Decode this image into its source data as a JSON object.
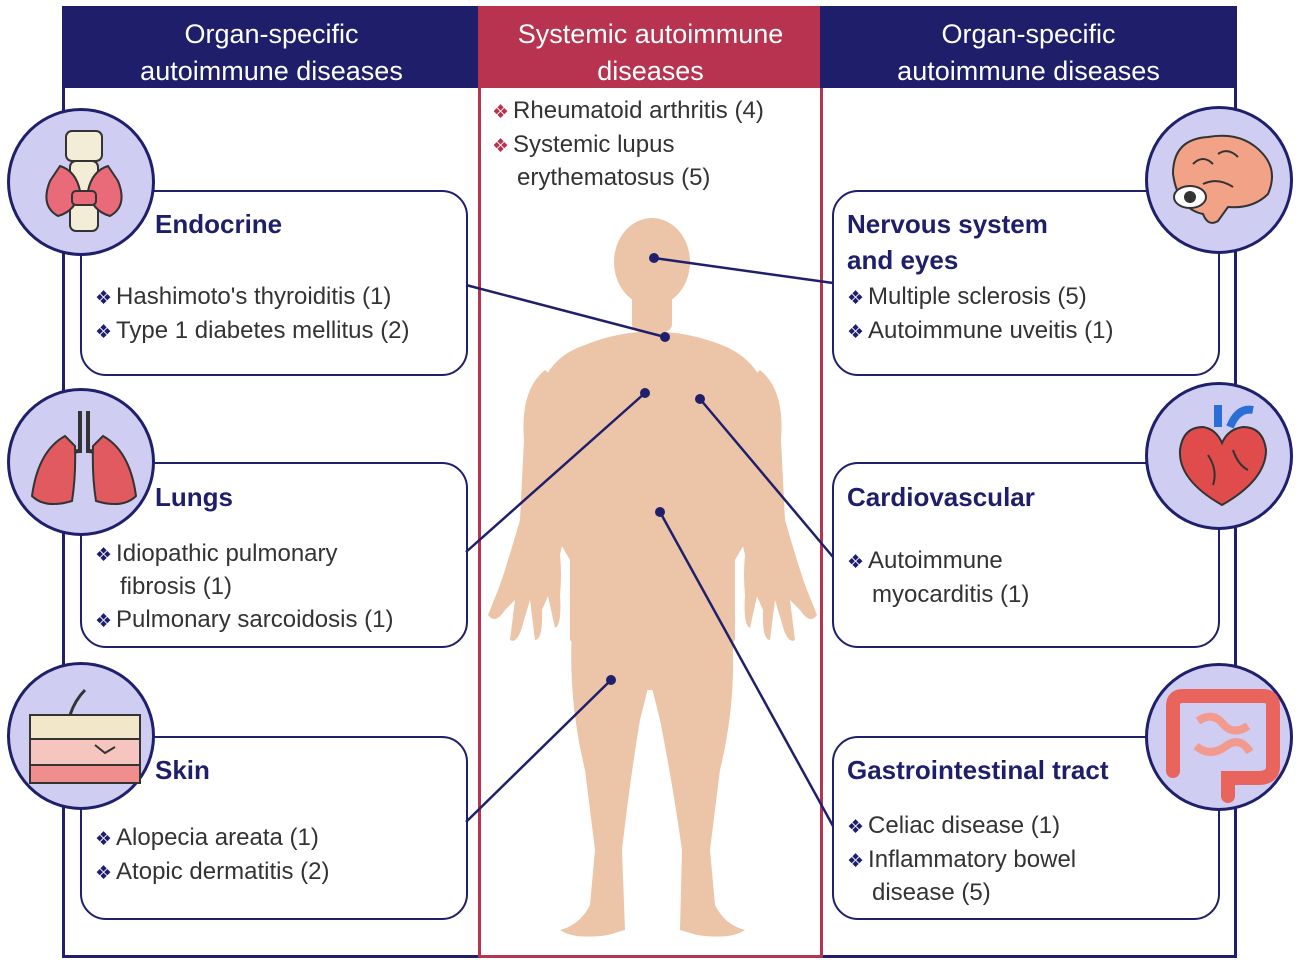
{
  "headers": {
    "left": [
      "Organ-specific",
      "autoimmune  diseases"
    ],
    "center": [
      "Systemic autoimmune",
      "diseases"
    ],
    "right": [
      "Organ-specific",
      "autoimmune  diseases"
    ]
  },
  "systemic": {
    "items": [
      [
        "Rheumatoid arthritis  (4)"
      ],
      [
        "Systemic lupus",
        "erythematosus (5)"
      ]
    ]
  },
  "left_cards": [
    {
      "title": [
        "Endocrine"
      ],
      "icon": "thyroid-icon",
      "items": [
        [
          "Hashimoto's thyroiditis (1)"
        ],
        [
          "Type 1 diabetes mellitus (2)"
        ]
      ]
    },
    {
      "title": [
        "Lungs"
      ],
      "icon": "lungs-icon",
      "items": [
        [
          "Idiopathic pulmonary",
          "fibrosis (1)"
        ],
        [
          "Pulmonary sarcoidosis (1)"
        ]
      ]
    },
    {
      "title": [
        "Skin"
      ],
      "icon": "skin-icon",
      "items": [
        [
          "Alopecia areata (1)"
        ],
        [
          "Atopic dermatitis (2)"
        ]
      ]
    }
  ],
  "right_cards": [
    {
      "title": [
        "Nervous system",
        "and eyes"
      ],
      "icon": "brain-icon",
      "items": [
        [
          "Multiple sclerosis (5)"
        ],
        [
          "Autoimmune uveitis (1)"
        ]
      ]
    },
    {
      "title": [
        "Cardiovascular"
      ],
      "icon": "heart-icon",
      "items": [
        [
          "Autoimmune",
          "myocarditis (1)"
        ]
      ]
    },
    {
      "title": [
        "Gastrointestinal tract"
      ],
      "icon": "intestine-icon",
      "items": [
        [
          "Celiac disease (1)"
        ],
        [
          "Inflammatory bowel",
          "disease (5)"
        ]
      ]
    }
  ],
  "colors": {
    "navy": "#1e1e6a",
    "crimson": "#b73350",
    "body": "#ecc4a8",
    "icon_bg": "#cfcdf2"
  },
  "bullet_symbol": "❖"
}
